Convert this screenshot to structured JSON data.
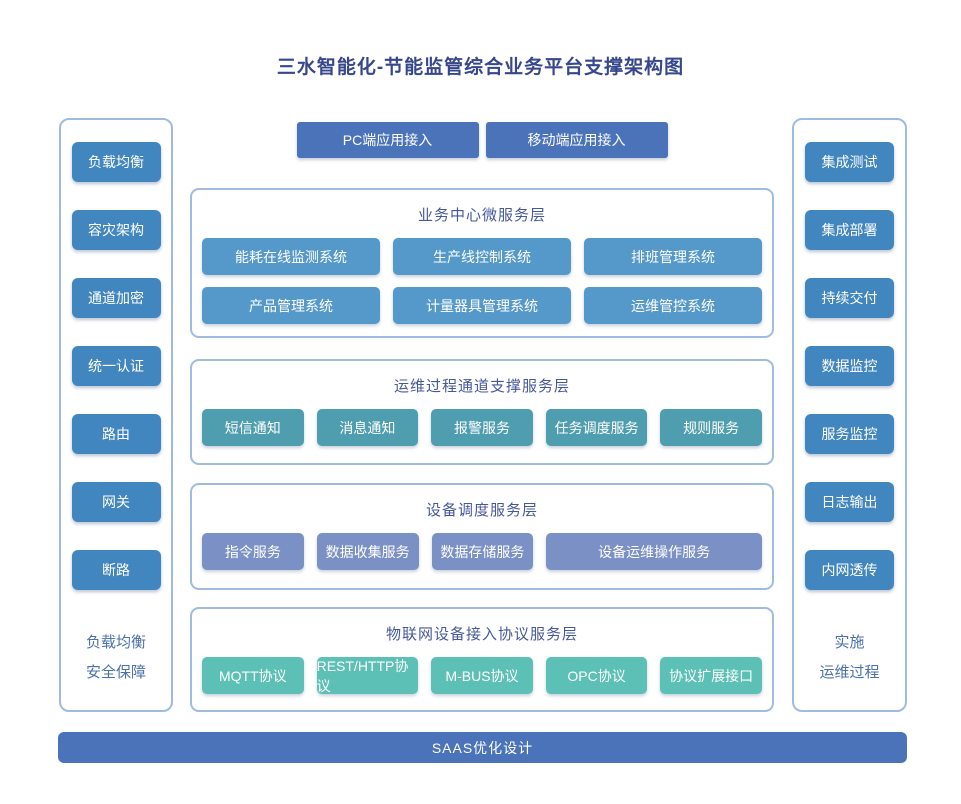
{
  "title": "三水智能化-节能监管综合业务平台支撑架构图",
  "colors": {
    "title-text": "#36478c",
    "layer-title-text": "#46589c",
    "side-label-text": "#4a70ae",
    "panel-border": "#9fbcdf",
    "side-box-bg": "#4286bf",
    "accent-bar-bg": "#4b73b9",
    "layer1-box-bg": "#5598ca",
    "layer2-box-bg": "#4f9eb0",
    "layer3-box-bg": "#7b90c4",
    "layer4-box-bg": "#5cc0b6"
  },
  "access_buttons": [
    {
      "label": "PC端应用接入"
    },
    {
      "label": "移动端应用接入"
    }
  ],
  "left_sidebar": {
    "items": [
      "负载均衡",
      "容灾架构",
      "通道加密",
      "统一认证",
      "路由",
      "网关",
      "断路"
    ],
    "footer_lines": [
      "负载均衡",
      "安全保障"
    ]
  },
  "right_sidebar": {
    "items": [
      "集成测试",
      "集成部署",
      "持续交付",
      "数据监控",
      "服务监控",
      "日志输出",
      "内网透传"
    ],
    "footer_lines": [
      "实施",
      "运维过程"
    ]
  },
  "layers": [
    {
      "title": "业务中心微服务层",
      "rows": [
        [
          "能耗在线监测系统",
          "生产线控制系统",
          "排班管理系统"
        ],
        [
          "产品管理系统",
          "计量器具管理系统",
          "运维管控系统"
        ]
      ]
    },
    {
      "title": "运维过程通道支撑服务层",
      "rows": [
        [
          "短信通知",
          "消息通知",
          "报警服务",
          "任务调度服务",
          "规则服务"
        ]
      ]
    },
    {
      "title": "设备调度服务层",
      "rows": [
        [
          "指令服务",
          "数据收集服务",
          "数据存储服务",
          "设备运维操作服务"
        ]
      ]
    },
    {
      "title": "物联网设备接入协议服务层",
      "rows": [
        [
          "MQTT协议",
          "REST/HTTP协议",
          "M-BUS协议",
          "OPC协议",
          "协议扩展接口"
        ]
      ]
    }
  ],
  "bottom_bar": {
    "label": "SAAS优化设计"
  }
}
